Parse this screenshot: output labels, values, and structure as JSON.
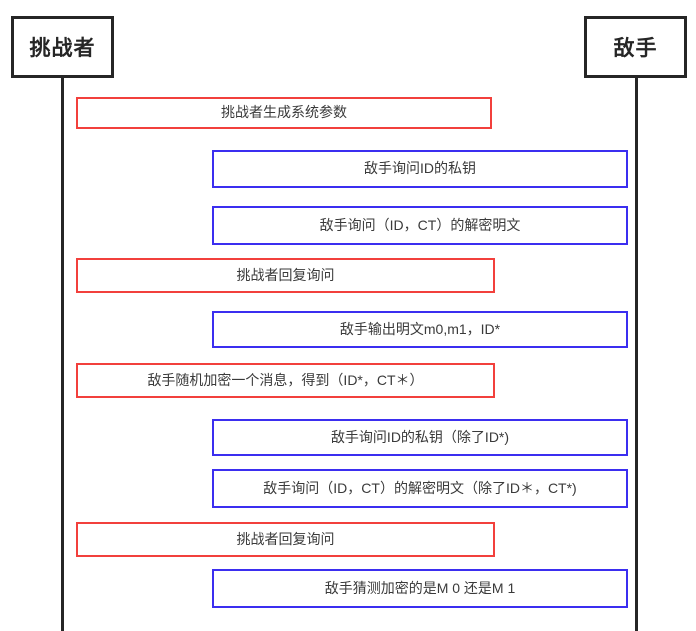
{
  "diagram": {
    "type": "sequence-diagram",
    "colors": {
      "challenger_box_border": "#f2403c",
      "adversary_box_border": "#3b2ef0",
      "lifeline": "#262626",
      "actor_border": "#262626",
      "message_text": "#3a3a3a",
      "background": "#ffffff"
    },
    "actors": [
      {
        "id": "challenger",
        "label": "挑战者"
      },
      {
        "id": "adversary",
        "label": "敌手"
      }
    ],
    "messages": [
      {
        "index": 1,
        "from": "challenger",
        "label": "挑战者生成系统参数"
      },
      {
        "index": 2,
        "from": "adversary",
        "label": "敌手询问ID的私钥"
      },
      {
        "index": 3,
        "from": "adversary",
        "label": "敌手询问（ID，CT）的解密明文"
      },
      {
        "index": 4,
        "from": "challenger",
        "label": "挑战者回复询问"
      },
      {
        "index": 5,
        "from": "adversary",
        "label": "敌手输出明文m0,m1，ID*"
      },
      {
        "index": 6,
        "from": "challenger",
        "label": "敌手随机加密一个消息，得到（ID*，CT＊）"
      },
      {
        "index": 7,
        "from": "adversary",
        "label": "敌手询问ID的私钥（除了ID*)"
      },
      {
        "index": 8,
        "from": "adversary",
        "label": "敌手询问（ID，CT）的解密明文（除了ID＊，CT*)"
      },
      {
        "index": 9,
        "from": "challenger",
        "label": "挑战者回复询问"
      },
      {
        "index": 10,
        "from": "adversary",
        "label": "敌手猜测加密的是M 0 还是M 1"
      }
    ]
  }
}
